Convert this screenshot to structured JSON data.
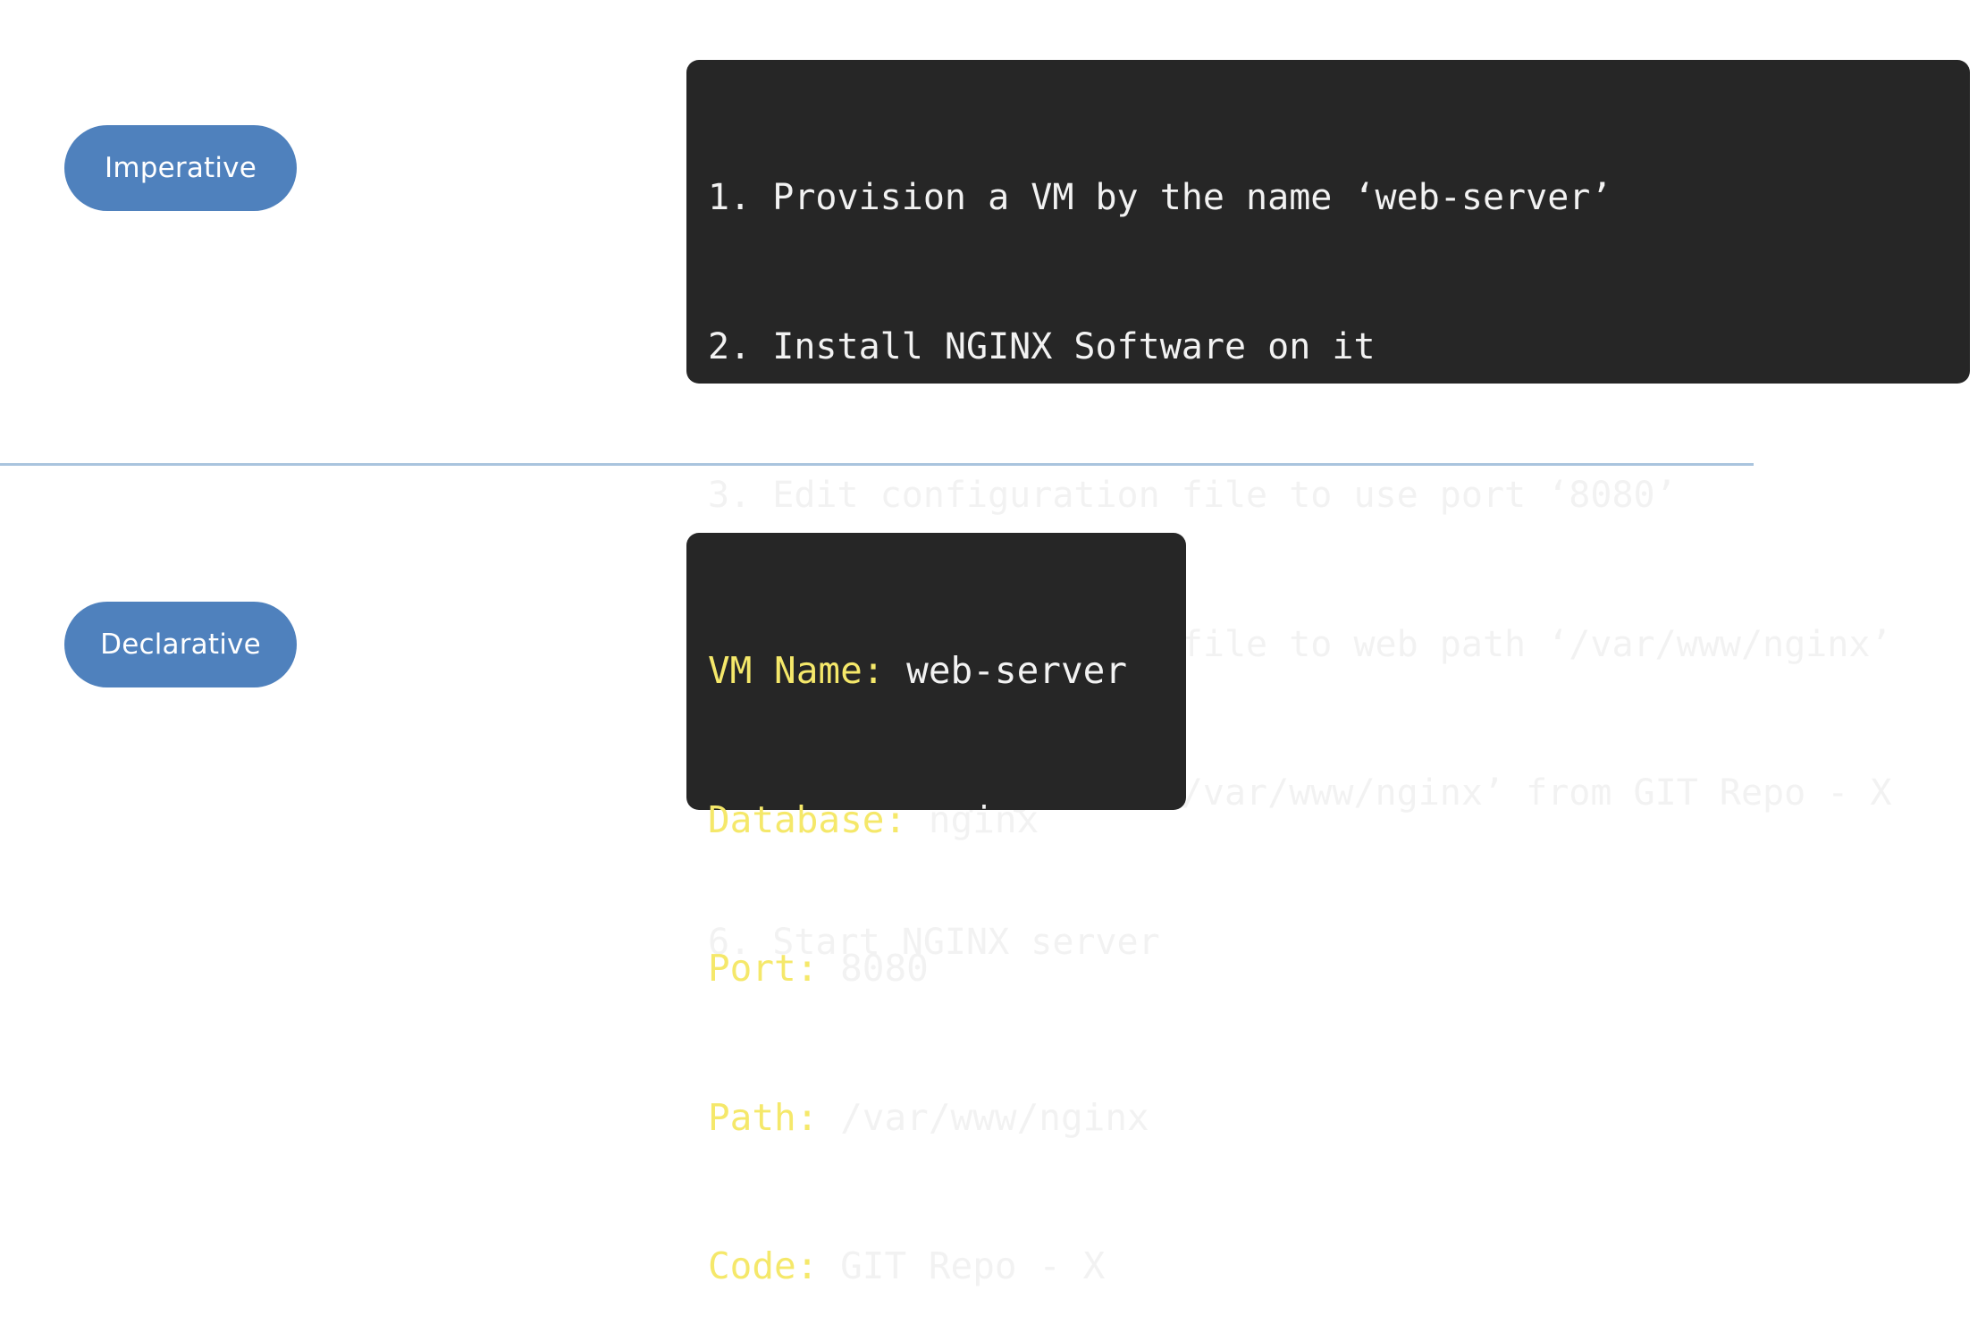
{
  "imperative": {
    "label": "Imperative",
    "steps": [
      "1. Provision a VM by the name ‘web-server’",
      "2. Install NGINX Software on it",
      "3. Edit configuration file to use port ‘8080’",
      "4. Edit configuration file to web path ‘/var/www/nginx’",
      "5. Load web pages to ‘/var/www/nginx’ from GIT Repo - X",
      "6. Start NGINX server"
    ]
  },
  "declarative": {
    "label": "Declarative",
    "fields": [
      {
        "key": "VM Name:",
        "value": " web-server"
      },
      {
        "key": "Database:",
        "value": " nginx"
      },
      {
        "key": "Port:",
        "value": " 8080"
      },
      {
        "key": "Path:",
        "value": " /var/www/nginx"
      },
      {
        "key": "Code:",
        "value": " GIT Repo - X"
      }
    ]
  },
  "colors": {
    "pill": "#4f81bd",
    "code_background": "#262626",
    "code_text": "#f2f2f2",
    "code_key": "#f5e86a",
    "divider": "#a9c4de"
  }
}
